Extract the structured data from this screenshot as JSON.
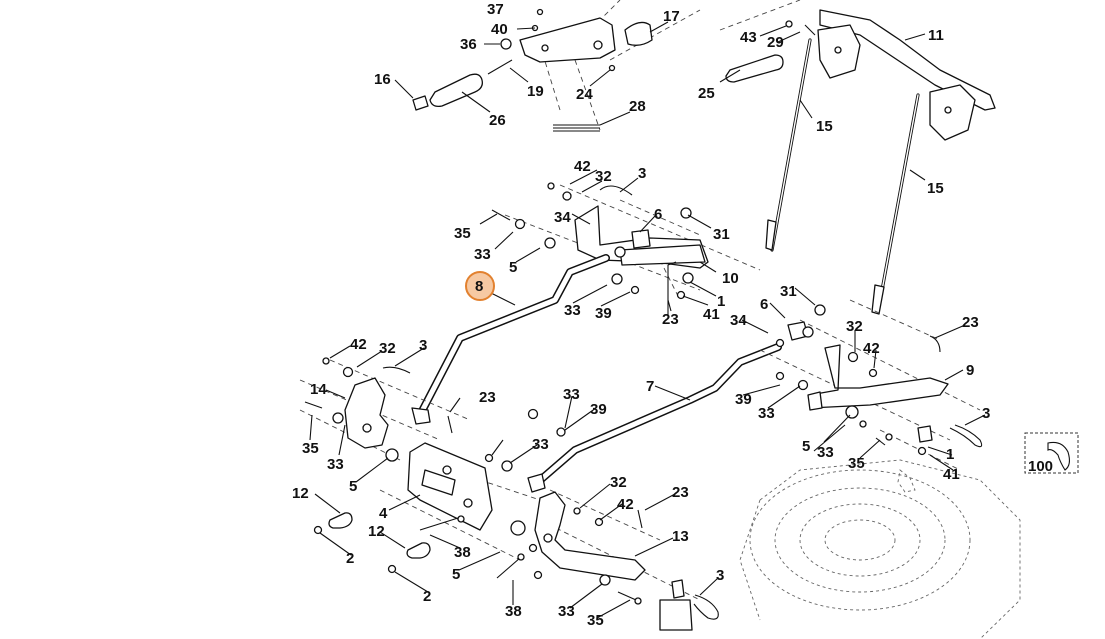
{
  "diagram": {
    "highlighted_part": "8",
    "callouts": [
      {
        "id": "c37",
        "label": "37"
      },
      {
        "id": "c40",
        "label": "40"
      },
      {
        "id": "c36",
        "label": "36"
      },
      {
        "id": "c17",
        "label": "17"
      },
      {
        "id": "c16",
        "label": "16"
      },
      {
        "id": "c19",
        "label": "19"
      },
      {
        "id": "c24",
        "label": "24"
      },
      {
        "id": "c26",
        "label": "26"
      },
      {
        "id": "c28",
        "label": "28"
      },
      {
        "id": "c43",
        "label": "43"
      },
      {
        "id": "c29",
        "label": "29"
      },
      {
        "id": "c11",
        "label": "11"
      },
      {
        "id": "c25",
        "label": "25"
      },
      {
        "id": "c15a",
        "label": "15"
      },
      {
        "id": "c15b",
        "label": "15"
      },
      {
        "id": "c42a",
        "label": "42"
      },
      {
        "id": "c32a",
        "label": "32"
      },
      {
        "id": "c3a",
        "label": "3"
      },
      {
        "id": "c34a",
        "label": "34"
      },
      {
        "id": "c6a",
        "label": "6"
      },
      {
        "id": "c35a",
        "label": "35"
      },
      {
        "id": "c33a",
        "label": "33"
      },
      {
        "id": "c31a",
        "label": "31"
      },
      {
        "id": "c5a",
        "label": "5"
      },
      {
        "id": "c10",
        "label": "10"
      },
      {
        "id": "c1a",
        "label": "1"
      },
      {
        "id": "c41a",
        "label": "41"
      },
      {
        "id": "c23a",
        "label": "23"
      },
      {
        "id": "c33b",
        "label": "33"
      },
      {
        "id": "c39a",
        "label": "39"
      },
      {
        "id": "c31b",
        "label": "31"
      },
      {
        "id": "c6b",
        "label": "6"
      },
      {
        "id": "c34b",
        "label": "34"
      },
      {
        "id": "c32b",
        "label": "32"
      },
      {
        "id": "c23b",
        "label": "23"
      },
      {
        "id": "c42b",
        "label": "42"
      },
      {
        "id": "c9",
        "label": "9"
      },
      {
        "id": "c42c",
        "label": "42"
      },
      {
        "id": "c32c",
        "label": "32"
      },
      {
        "id": "c3b",
        "label": "3"
      },
      {
        "id": "c14",
        "label": "14"
      },
      {
        "id": "c7",
        "label": "7"
      },
      {
        "id": "c23c",
        "label": "23"
      },
      {
        "id": "c33c",
        "label": "33"
      },
      {
        "id": "c39b",
        "label": "39"
      },
      {
        "id": "c33d",
        "label": "33"
      },
      {
        "id": "c35b",
        "label": "35"
      },
      {
        "id": "c33e",
        "label": "33"
      },
      {
        "id": "c39c",
        "label": "39"
      },
      {
        "id": "c33f",
        "label": "33"
      },
      {
        "id": "c3c",
        "label": "3"
      },
      {
        "id": "c5b",
        "label": "5"
      },
      {
        "id": "c33g",
        "label": "33"
      },
      {
        "id": "c5c",
        "label": "5"
      },
      {
        "id": "c35c",
        "label": "35"
      },
      {
        "id": "c1b",
        "label": "1"
      },
      {
        "id": "c41b",
        "label": "41"
      },
      {
        "id": "c100",
        "label": "100"
      },
      {
        "id": "c12a",
        "label": "12"
      },
      {
        "id": "c4",
        "label": "4"
      },
      {
        "id": "c32d",
        "label": "32"
      },
      {
        "id": "c23d",
        "label": "23"
      },
      {
        "id": "c42d",
        "label": "42"
      },
      {
        "id": "c2a",
        "label": "2"
      },
      {
        "id": "c12b",
        "label": "12"
      },
      {
        "id": "c38a",
        "label": "38"
      },
      {
        "id": "c13",
        "label": "13"
      },
      {
        "id": "c5d",
        "label": "5"
      },
      {
        "id": "c3d",
        "label": "3"
      },
      {
        "id": "c2b",
        "label": "2"
      },
      {
        "id": "c38b",
        "label": "38"
      },
      {
        "id": "c33h",
        "label": "33"
      },
      {
        "id": "c35d",
        "label": "35"
      }
    ]
  }
}
